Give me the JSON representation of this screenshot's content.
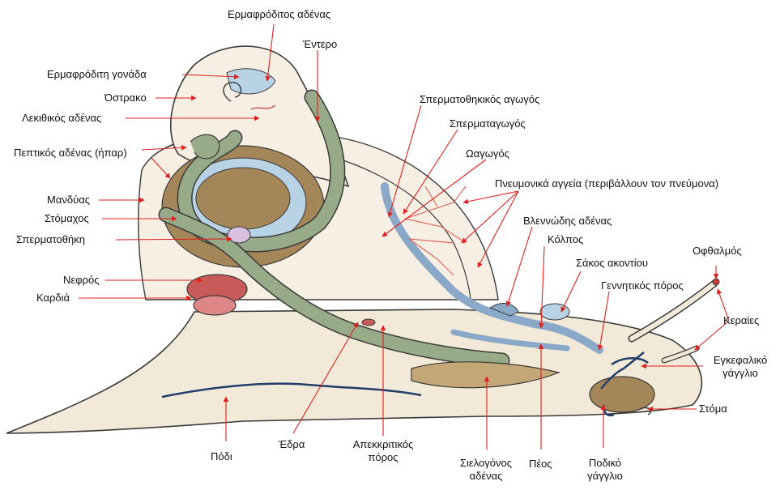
{
  "colors": {
    "body": "#f3e9d9",
    "body_outline": "#3a3a3a",
    "shell_line": "#3a3a3a",
    "digestive_gland": "#a48658",
    "intestine": "#97ab88",
    "gonad_blue": "#b8d3e5",
    "kidney": "#c85a5a",
    "heart": "#de8585",
    "leader": "#e0201c",
    "nerve": "#1f3d68"
  },
  "labels": {
    "hermaphrodite_gland": "Ερμαφρόδιτος αδένας",
    "intestine": "Έντερο",
    "hermaphrodite_gonad": "Ερμαφρόδιτη γονάδα",
    "shell": "Όστρακο",
    "albumen_gland": "Λεκιθικός αδένας",
    "digestive_gland": "Πεπτικός αδένας (ήπαρ)",
    "mantle": "Μανδύας",
    "stomach": "Στόμαχος",
    "spermatheca": "Σπερματοθήκη",
    "kidney": "Νεφρός",
    "heart": "Καρδιά",
    "spermatheca_duct": "Σπερματοθηκικός αγωγός",
    "sperm_duct": "Σπερματαγωγός",
    "oviduct": "Ωαγωγός",
    "pulmonary_vessels": "Πνευμονικά αγγεία (περιβάλλουν τον πνεύμονα)",
    "mucous_gland": "Βλεννώδης αδένας",
    "vagina": "Κόλπος",
    "eye": "Οφθαλμός",
    "dart_sac": "Σάκος ακοντίου",
    "genital_pore": "Γεννητικός πόρος",
    "tentacles": "Κεραίες",
    "cerebral_ganglion_1": "Εγκεφαλικό",
    "cerebral_ganglion_2": "γάγγλιο",
    "mouth": "Στόμα",
    "foot": "Πόδι",
    "anus": "Έδρα",
    "excretory_pore_1": "Απεκκριτικός",
    "excretory_pore_2": "πόρος",
    "salivary_gland_1": "Σιελογόνος",
    "salivary_gland_2": "αδένας",
    "penis": "Πέος",
    "pedal_ganglion_1": "Ποδικό",
    "pedal_ganglion_2": "γάγγλιο"
  }
}
